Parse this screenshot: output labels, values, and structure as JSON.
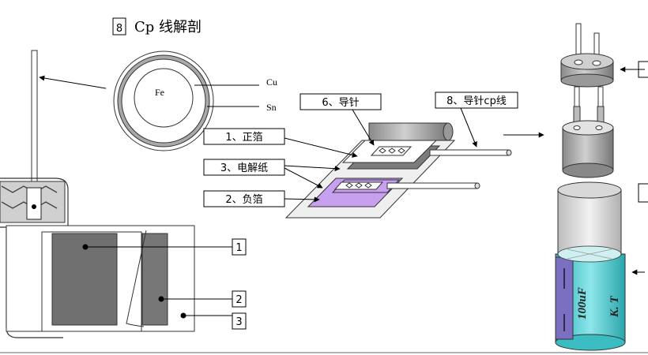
{
  "title": {
    "number": "8",
    "text": "Cp 线解剖"
  },
  "wire_section": {
    "core": "Fe",
    "outer1": "Cu",
    "outer2": "Sn"
  },
  "labels": {
    "foil_positive": "1、正箔",
    "paper": "3、电解纸",
    "foil_negative": "2、负箔",
    "guide_pin": "6、导针",
    "guide_pin_cp": "8、导针cp线"
  },
  "callouts": [
    "1",
    "2",
    "3"
  ],
  "capacitor_marking": {
    "capacitance": "100uF",
    "brand": "K. T"
  },
  "colors": {
    "purple": "#c9a0f0",
    "cyan": "#4fd1d6",
    "navy": "#7a6fc0",
    "dark_gray": "#7a7a7a",
    "mid_gray": "#a8a8a8",
    "light_gray": "#dcdcdc"
  }
}
